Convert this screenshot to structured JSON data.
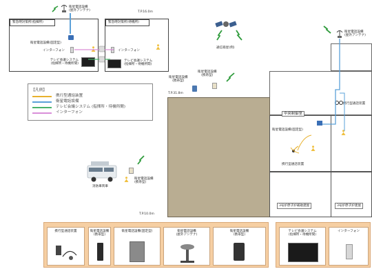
{
  "shelter_hq": {
    "title": "緊急時対策所(指揮所)",
    "antenna_label": "衛星電話設備\n(屋外アンテナ)",
    "height_label": "T.P.16.0m",
    "satphone_label": "衛星電話設備(固定型)",
    "intercom_label": "インターフォン",
    "tv_label": "テレビ会議システム\n(指揮所・待機所間)"
  },
  "shelter_standby": {
    "title": "緊急時対策所(待機所)",
    "intercom_label": "インターフォン",
    "tv_label": "テレビ会議システム\n(指揮所・待機所間)"
  },
  "satellite": {
    "label": "通信衛星(例)"
  },
  "legend": {
    "title": "【凡例】",
    "items": [
      {
        "label": "携行型通話装置",
        "color": "#e8b12e"
      },
      {
        "label": "衛星電話設備",
        "color": "#5aa0d8"
      },
      {
        "label": "テレビ会議システム (指揮所・待機所間)",
        "color": "#49b36a"
      },
      {
        "label": "インターフォン",
        "color": "#d98ed8"
      }
    ]
  },
  "building": {
    "main_height_label": "T.P.31.8m",
    "roof_portable_label": "衛星電話設備\n(携帯型)",
    "roof_left_label": "衛星電話設備\n(携帯型)",
    "control_room_label": "中央制御室",
    "ctrl_satphone_label": "衛星電話設備(固定型)",
    "portable_device_label": "携行型通話装置",
    "portable_right_label": "携行型通話装置",
    "aux_room_left": "3号炉原子炉補助建屋",
    "aux_room_right": "3号炉原子炉建屋",
    "antenna_right_label": "衛星電話設備\n(屋外アンテナ)",
    "ground_label": "T.P.10.0m"
  },
  "field_vehicle": {
    "vehicle_label": "消防車両車",
    "satphone_label": "衛星電話設備\n(携帯型)"
  },
  "panel_left": {
    "tiles": [
      {
        "label": "携行型通話装置"
      },
      {
        "label": "衛星電話設備\n(携帯型)"
      },
      {
        "label": "衛星電話設備(固定型)"
      },
      {
        "label": "衛星電話設備\n(屋外アンテナ)"
      },
      {
        "label": "衛星電話設備\n(携帯型)"
      }
    ]
  },
  "panel_right": {
    "tiles": [
      {
        "label": "テレビ会議システム\n(指揮所・待機所間)"
      },
      {
        "label": "インターフォン"
      }
    ]
  }
}
